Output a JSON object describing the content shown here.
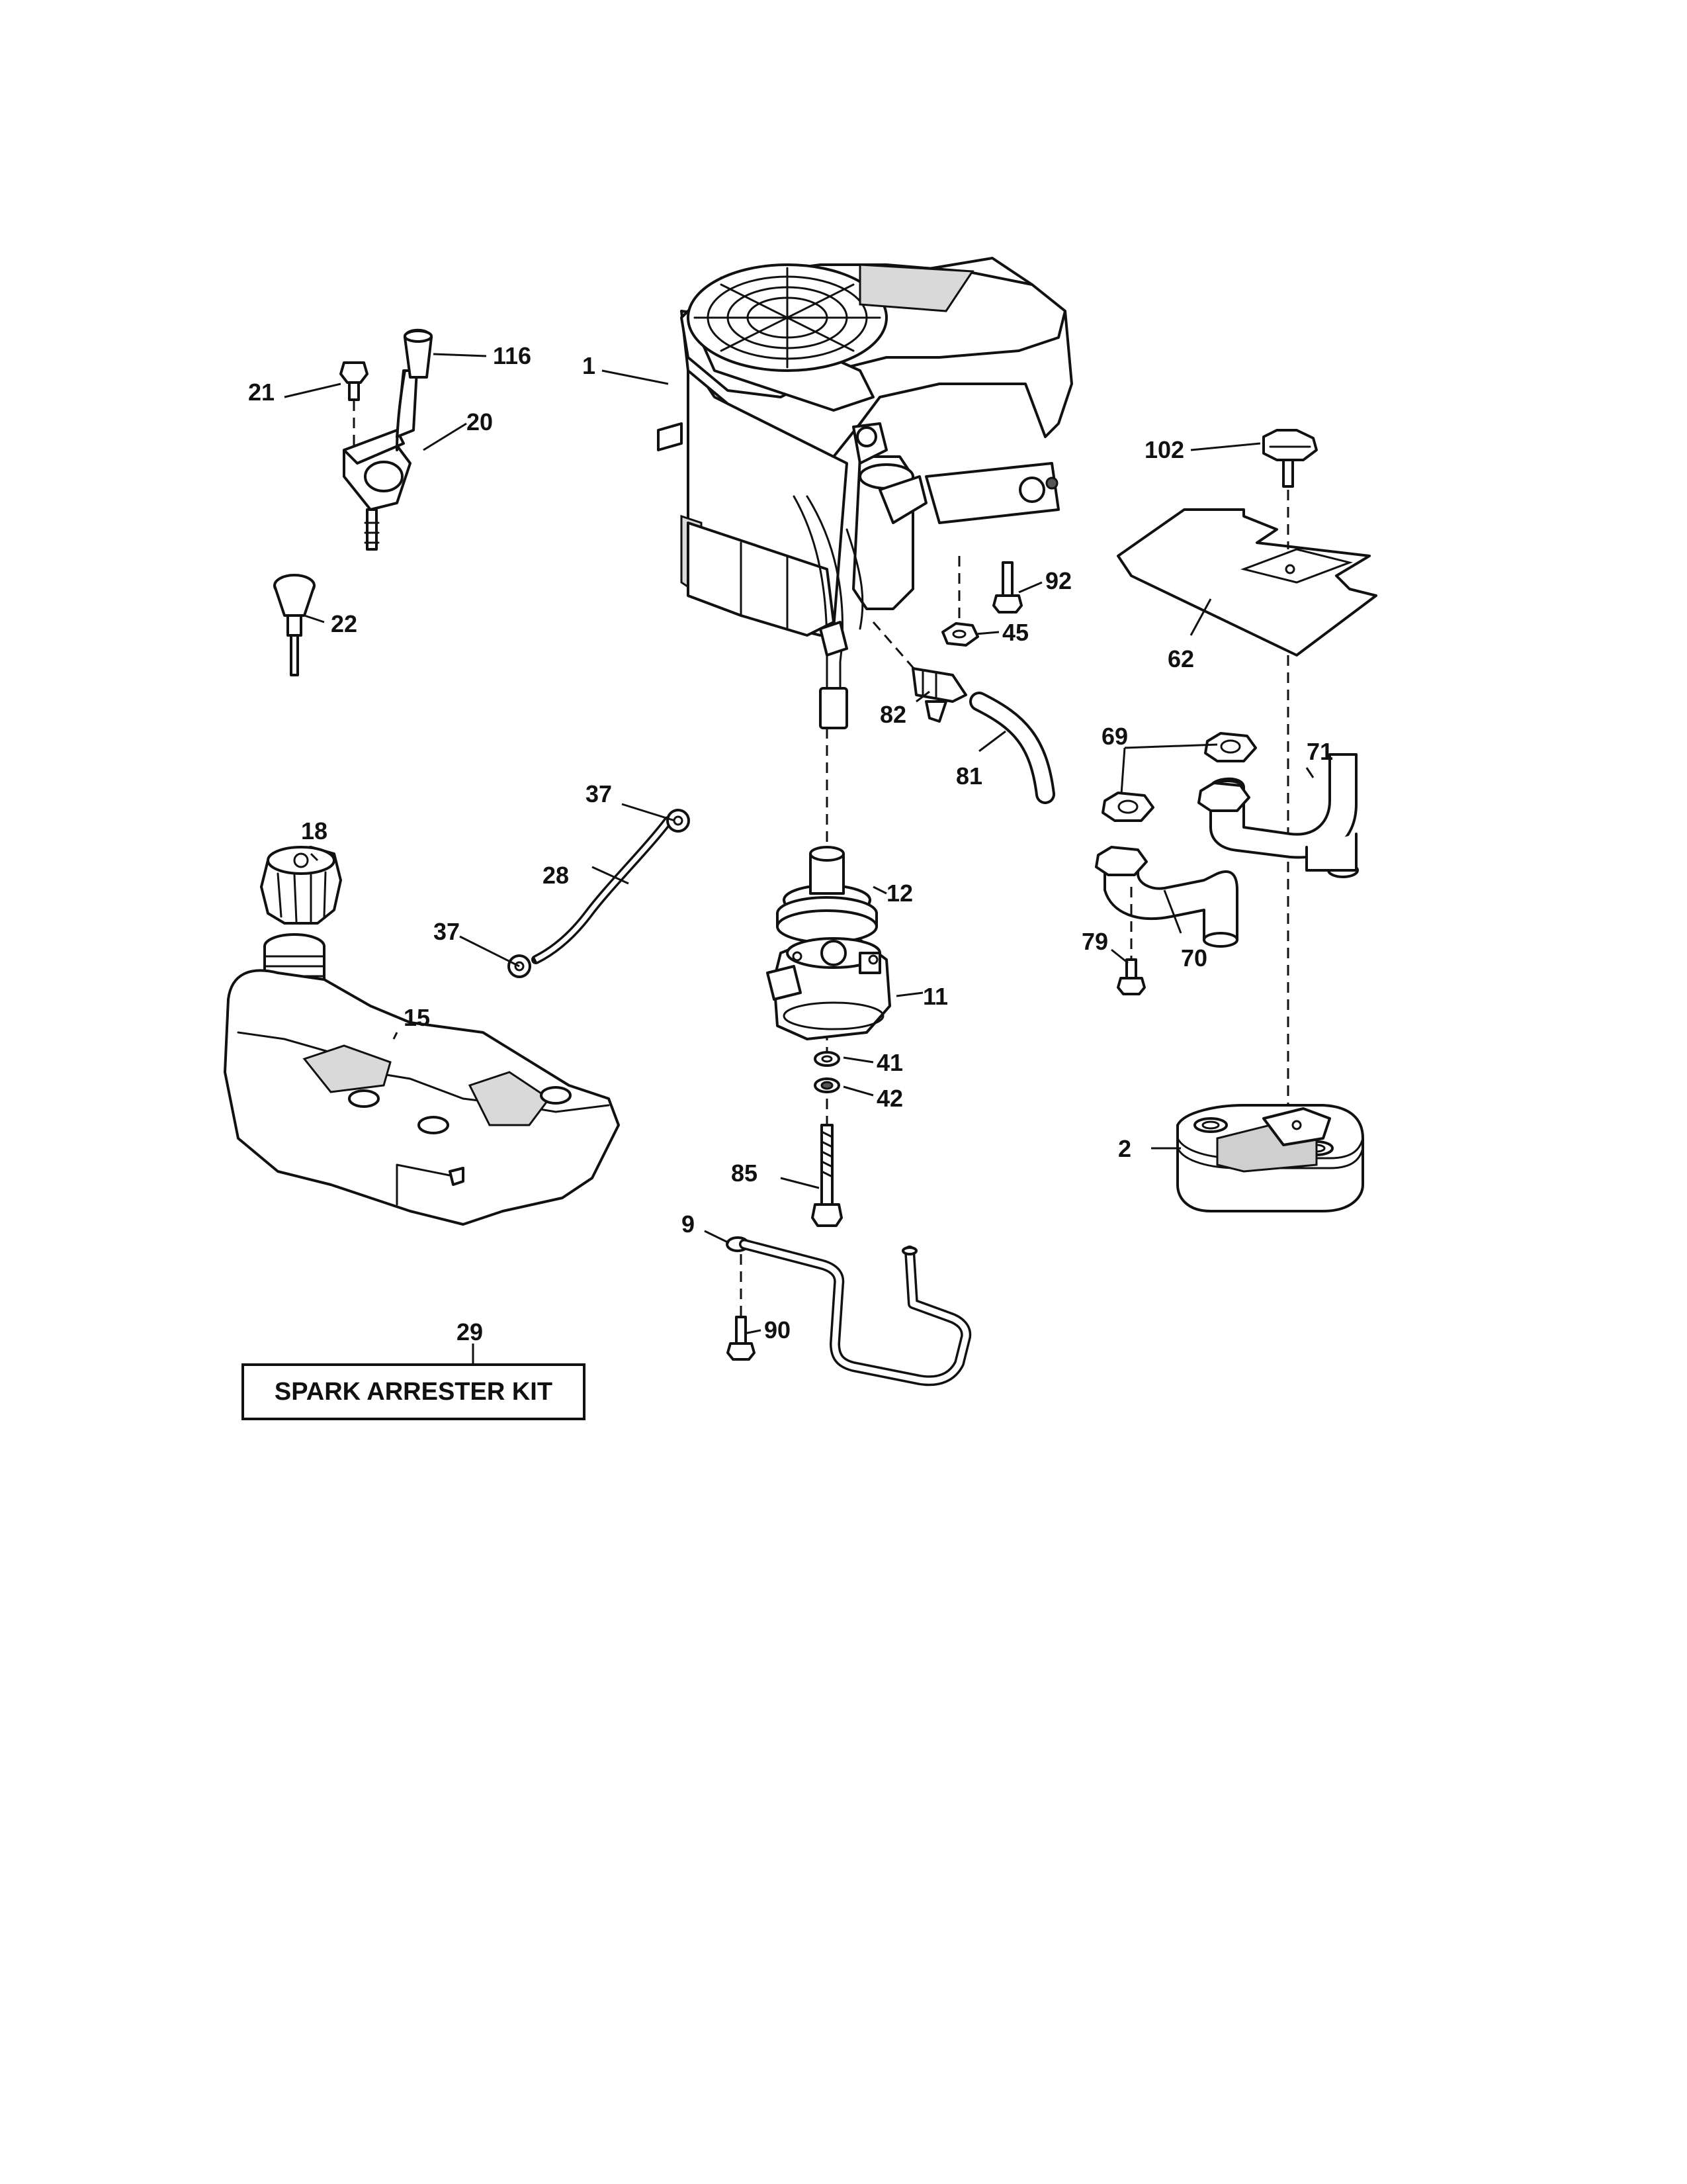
{
  "callouts": {
    "c1": "1",
    "c2": "2",
    "c9": "9",
    "c11": "11",
    "c12": "12",
    "c15": "15",
    "c18": "18",
    "c20": "20",
    "c21": "21",
    "c22": "22",
    "c28": "28",
    "c29": "29",
    "c37a": "37",
    "c37b": "37",
    "c41": "41",
    "c42": "42",
    "c45": "45",
    "c62": "62",
    "c69": "69",
    "c70": "70",
    "c71": "71",
    "c79": "79",
    "c81": "81",
    "c82": "82",
    "c85": "85",
    "c90": "90",
    "c92": "92",
    "c102": "102",
    "c116": "116"
  },
  "kit_box": {
    "label": "SPARK ARRESTER KIT"
  }
}
